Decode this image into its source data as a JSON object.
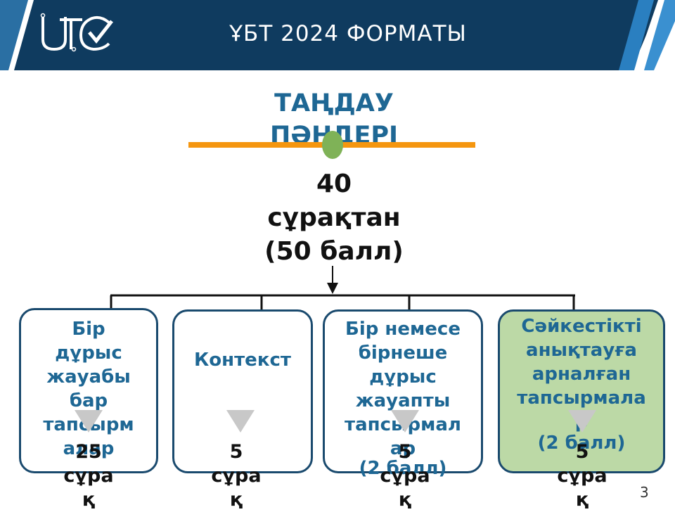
{
  "header": {
    "logo_text": "UTC",
    "title": "ҰБТ 2024 ФОРМАТЫ"
  },
  "section_title": "ТАҢДАУ\nПӘНДЕРІ",
  "main_count": "40\nсұрақтан\n(50 балл)",
  "boxes": [
    {
      "label": "Бір\nдұрыс\nжауабы\nбар\nтапсырм\nалар",
      "note": "",
      "count": "25\nсұра\nқ"
    },
    {
      "label": "Контекст",
      "note": "",
      "count": "5\nсұра\nқ"
    },
    {
      "label": "Бір немесе\nбірнеше\nдұрыс\nжауапты\nтапсырмал\nар",
      "note": "(2 балл)",
      "count": "5\nсұра\nқ"
    },
    {
      "label": "Сәйкестікті\nанықтауға\nарналған\nтапсырмала\nр",
      "note": "(2 балл)",
      "count": "5\nсұра\nқ"
    }
  ],
  "page_number": "3",
  "colors": {
    "navy": "#0f3b5f",
    "accent_blue": "#1e6794",
    "orange": "#f5960f",
    "green_fill": "#bcd9a6",
    "green_dot": "#7fb257"
  }
}
